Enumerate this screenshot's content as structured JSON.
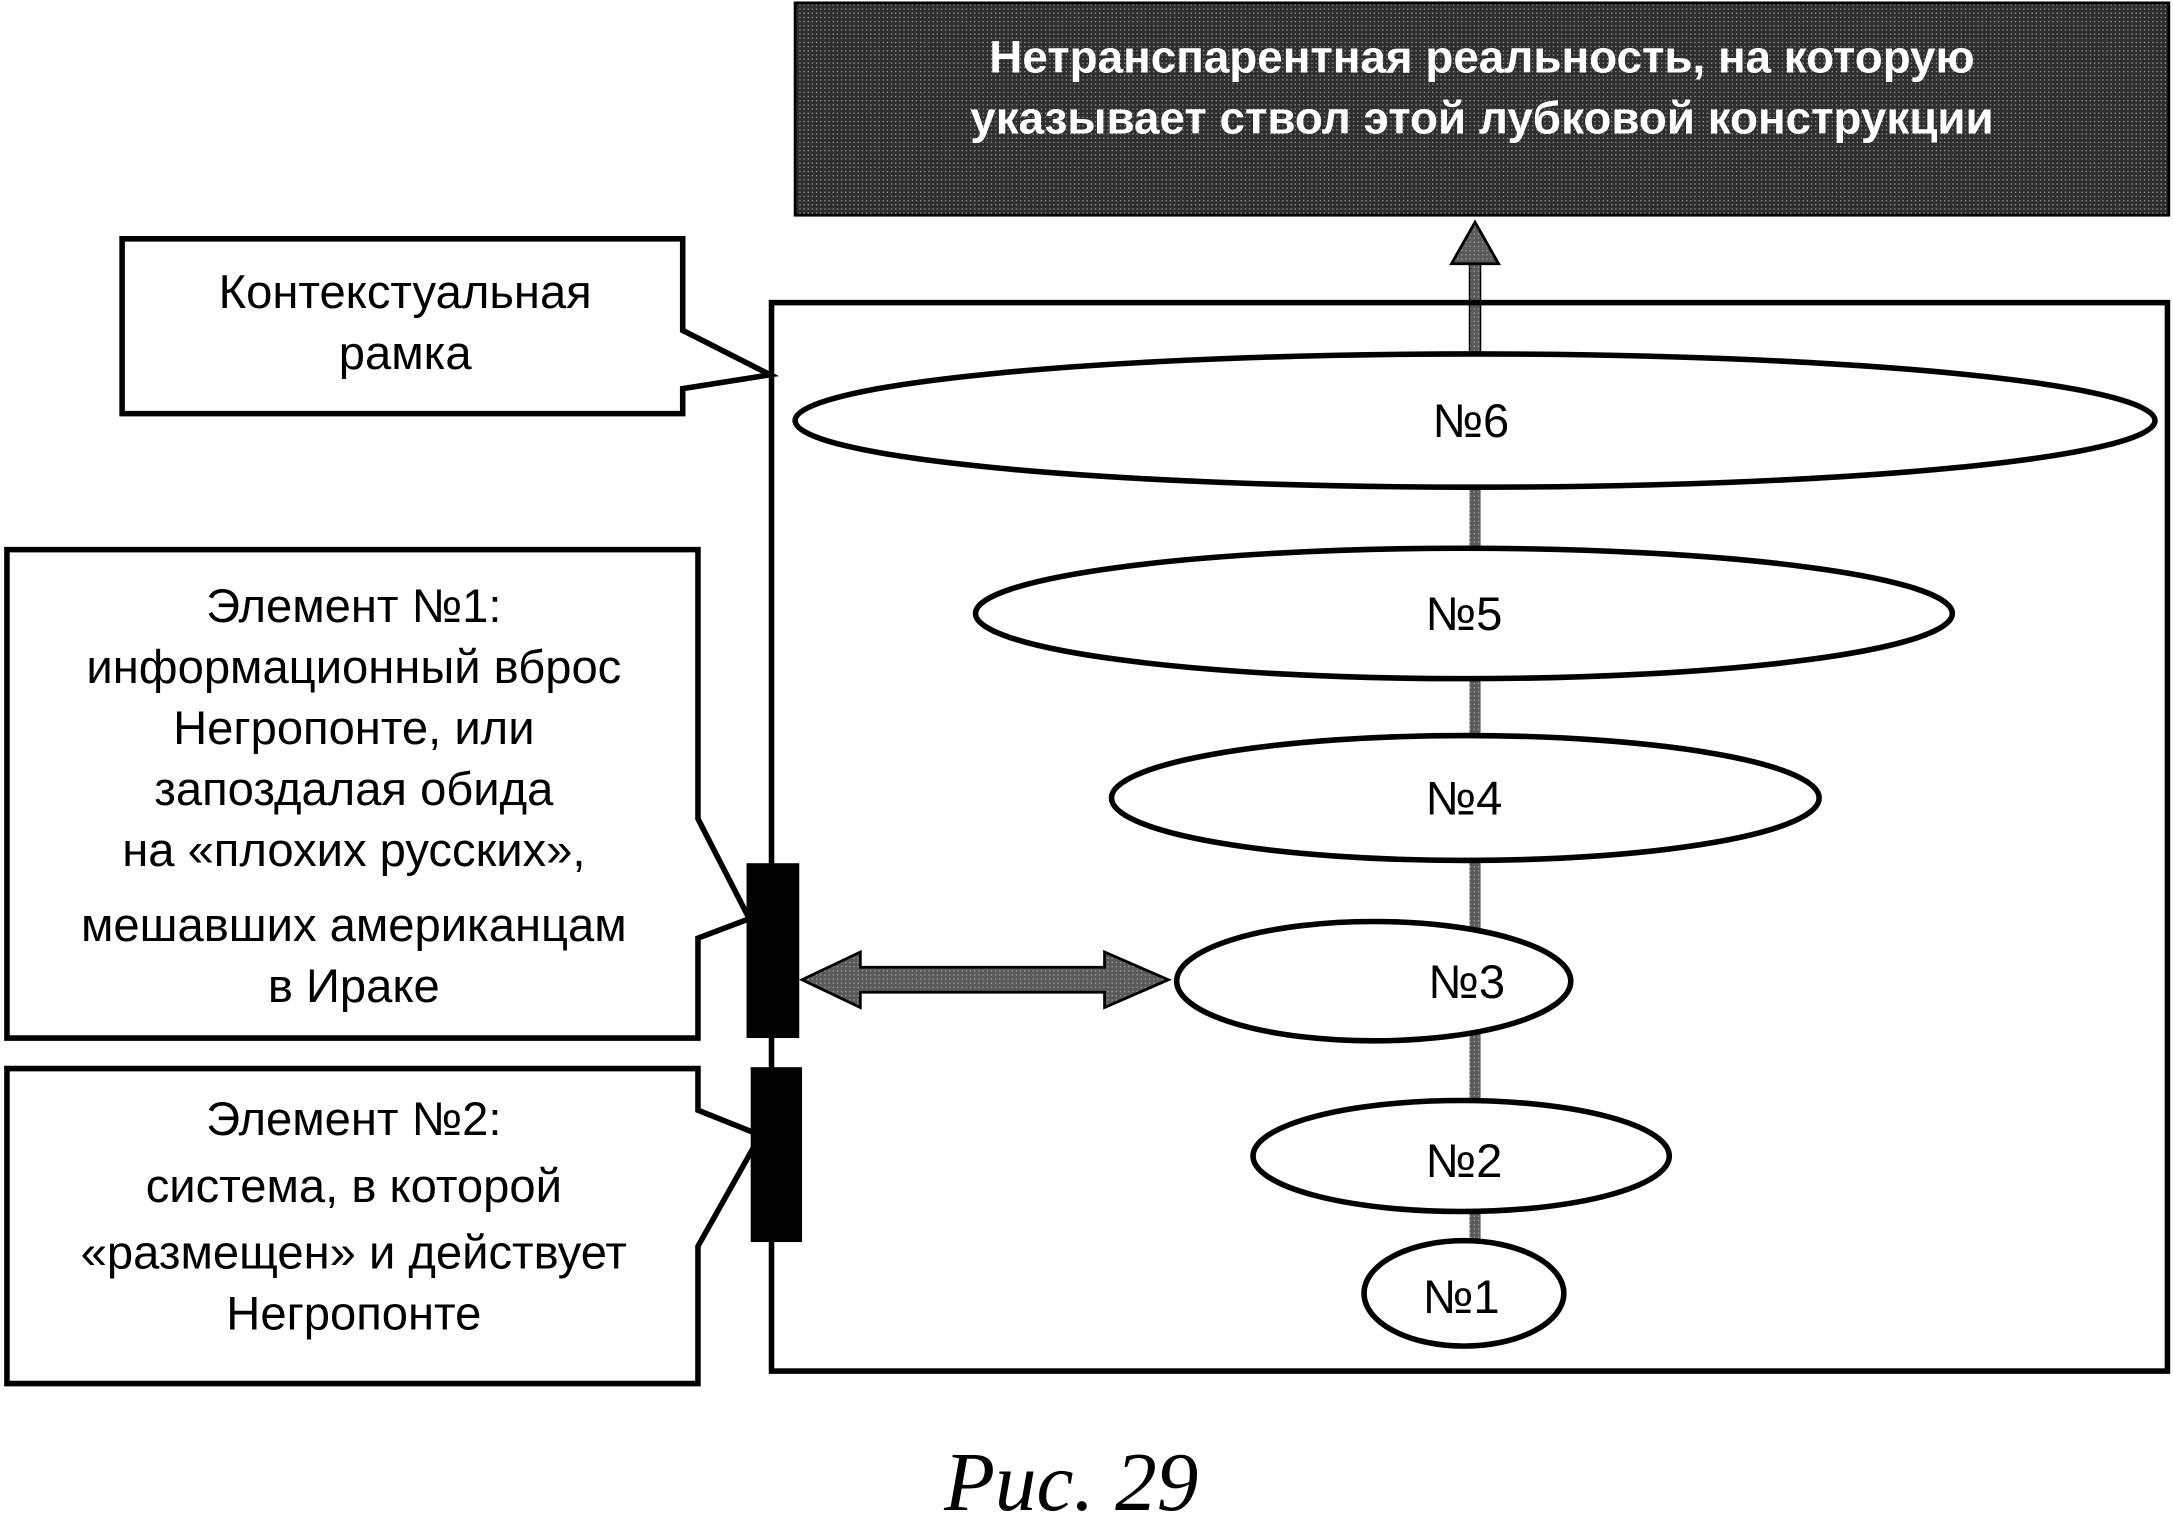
{
  "header_box": {
    "lines": [
      "Нетранспарентная реальность, на которую",
      "указывает ствол этой лубковой конструкции"
    ],
    "fill": "#3a3a3a",
    "text_color": "#ffffff"
  },
  "context_box": {
    "lines": [
      "Контекстуальная",
      "рамка"
    ]
  },
  "element1_box": {
    "lines": [
      "Элемент №1:",
      "информационный вброс",
      "Негропонте, или",
      "запоздалая обида",
      "на «плохих русских»,",
      "мешавших американцам",
      "в Ираке"
    ]
  },
  "element2_box": {
    "lines": [
      "Элемент №2:",
      "система, в которой",
      "«размещен» и действует",
      "Негропонте"
    ]
  },
  "ellipses": [
    {
      "label": "№6"
    },
    {
      "label": "№5"
    },
    {
      "label": "№4"
    },
    {
      "label": "№3"
    },
    {
      "label": "№2"
    },
    {
      "label": "№1"
    }
  ],
  "caption": "Рис. 29",
  "colors": {
    "stroke": "#000000",
    "arrow_fill": "#7a7a7a"
  }
}
